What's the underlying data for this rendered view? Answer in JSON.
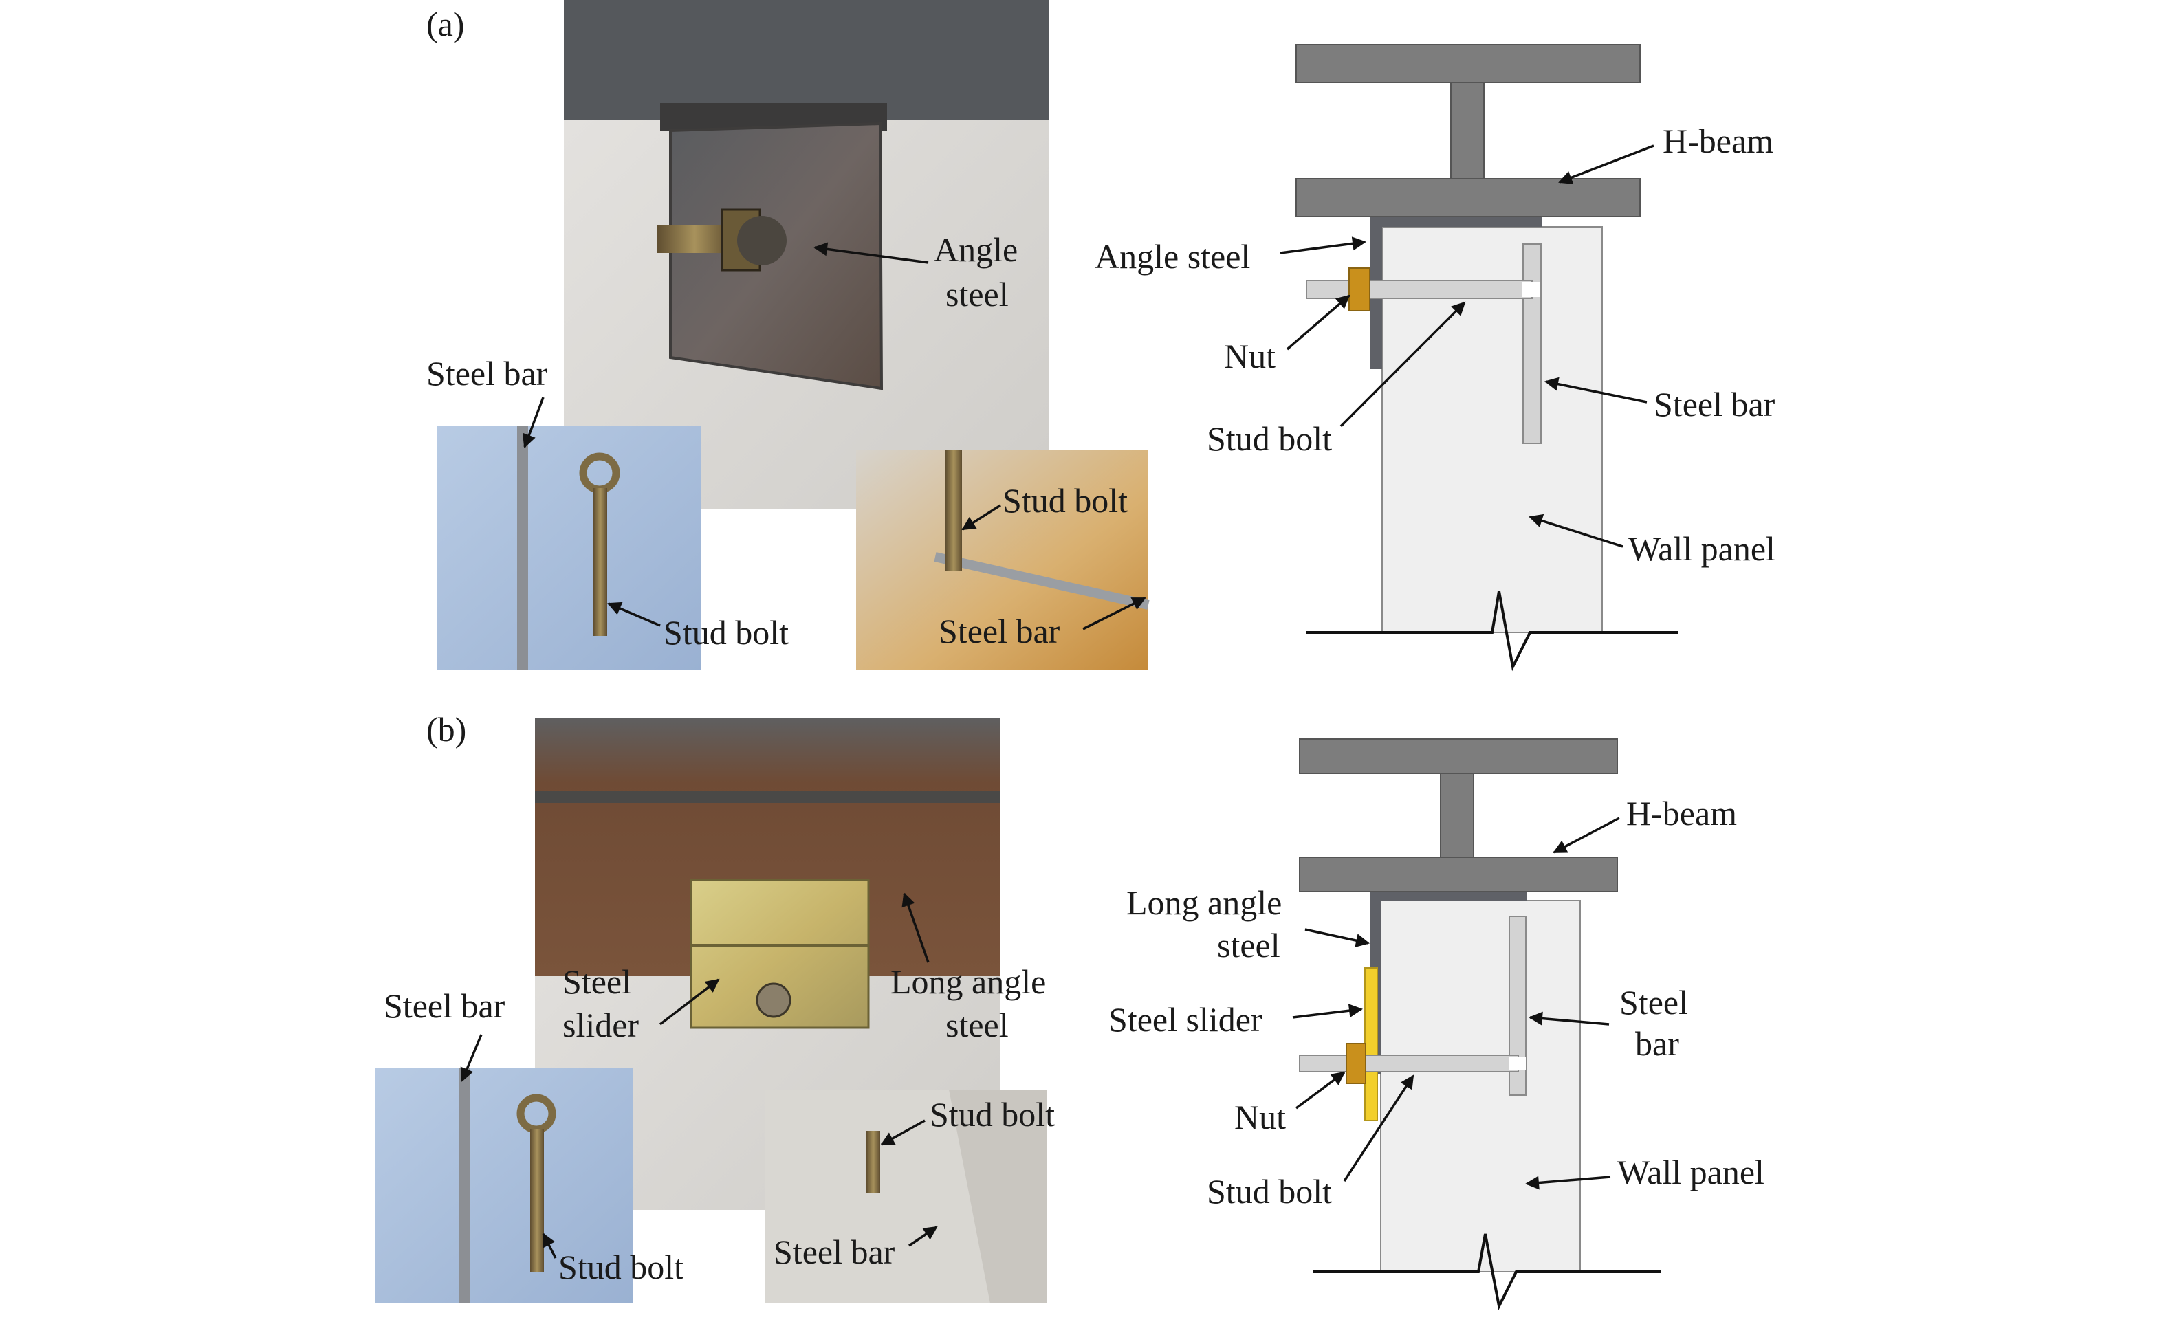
{
  "panels": {
    "a": {
      "panel_label": "(a)",
      "photo": {
        "angle_steel_line1": "Angle",
        "angle_steel_line2": "steel",
        "steel_bar": "Steel bar",
        "stud_bolt_inset_left": "Stud bolt",
        "stud_bolt_inset_right": "Stud bolt",
        "steel_bar_inset_right": "Steel bar"
      },
      "schematic": {
        "h_beam": "H-beam",
        "angle_steel": "Angle steel",
        "nut": "Nut",
        "stud_bolt": "Stud bolt",
        "steel_bar": "Steel bar",
        "wall_panel": "Wall panel"
      }
    },
    "b": {
      "panel_label": "(b)",
      "photo": {
        "steel_slider_line1": "Steel",
        "steel_slider_line2": "slider",
        "long_angle_line1": "Long angle",
        "long_angle_line2": "steel",
        "steel_bar": "Steel bar",
        "stud_bolt_inset_left": "Stud bolt",
        "stud_bolt_inset_right": "Stud bolt",
        "steel_bar_inset_right": "Steel bar"
      },
      "schematic": {
        "h_beam": "H-beam",
        "long_angle_line1": "Long angle",
        "long_angle_line2": "steel",
        "steel_slider": "Steel slider",
        "nut": "Nut",
        "stud_bolt": "Stud bolt",
        "steel_bar_line1": "Steel",
        "steel_bar_line2": "bar",
        "wall_panel": "Wall panel"
      }
    }
  },
  "colors": {
    "beam": "#7d7d7d",
    "angle_steel": "#5f6167",
    "wall_panel": "#efefef",
    "bolt_bar": "#d3d3d3",
    "nut": "#c9901c",
    "slider": "#f2cf2c",
    "concrete": "#d8d6d2",
    "rust_beam": "#6e4a33",
    "inset_blue": "#a9bfdc"
  }
}
